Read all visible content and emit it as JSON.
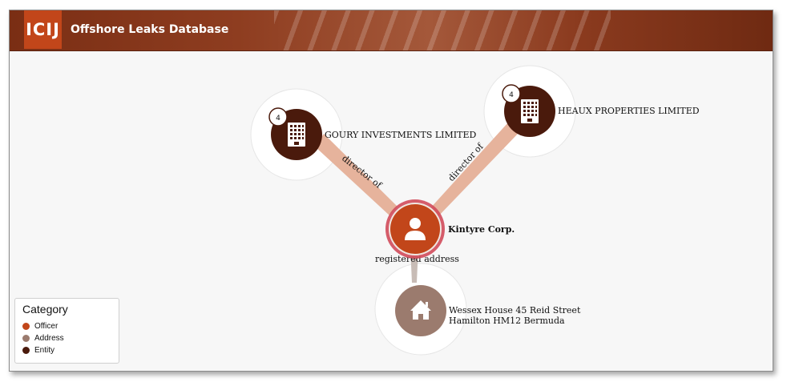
{
  "app": {
    "logo": "ICIJ",
    "title": "Offshore Leaks Database"
  },
  "graph": {
    "nodes": {
      "gourt": {
        "label": "GOURY INVESTMENTS LIMITED",
        "badge": "4",
        "icon": "building-icon",
        "color": "#4a1a0c"
      },
      "heaux": {
        "label": "HEAUX PROPERTIES LIMITED",
        "badge": "4",
        "icon": "building-icon",
        "color": "#4a1a0c"
      },
      "kintyre": {
        "label": "Kintyre Corp.",
        "icon": "person-icon",
        "color": "#c2461a"
      },
      "address": {
        "label_line1": "Wessex House 45 Reid Street",
        "label_line2": "Hamilton HM12 Bermuda",
        "icon": "home-icon",
        "color": "#9b7b6e"
      }
    },
    "edges": {
      "e1": "director of",
      "e2": "director of",
      "e3": "registered address"
    }
  },
  "legend": {
    "title": "Category",
    "items": [
      {
        "label": "Officer",
        "color": "#c2461a"
      },
      {
        "label": "Address",
        "color": "#9b7b6e"
      },
      {
        "label": "Entity",
        "color": "#4a1a0c"
      }
    ]
  }
}
